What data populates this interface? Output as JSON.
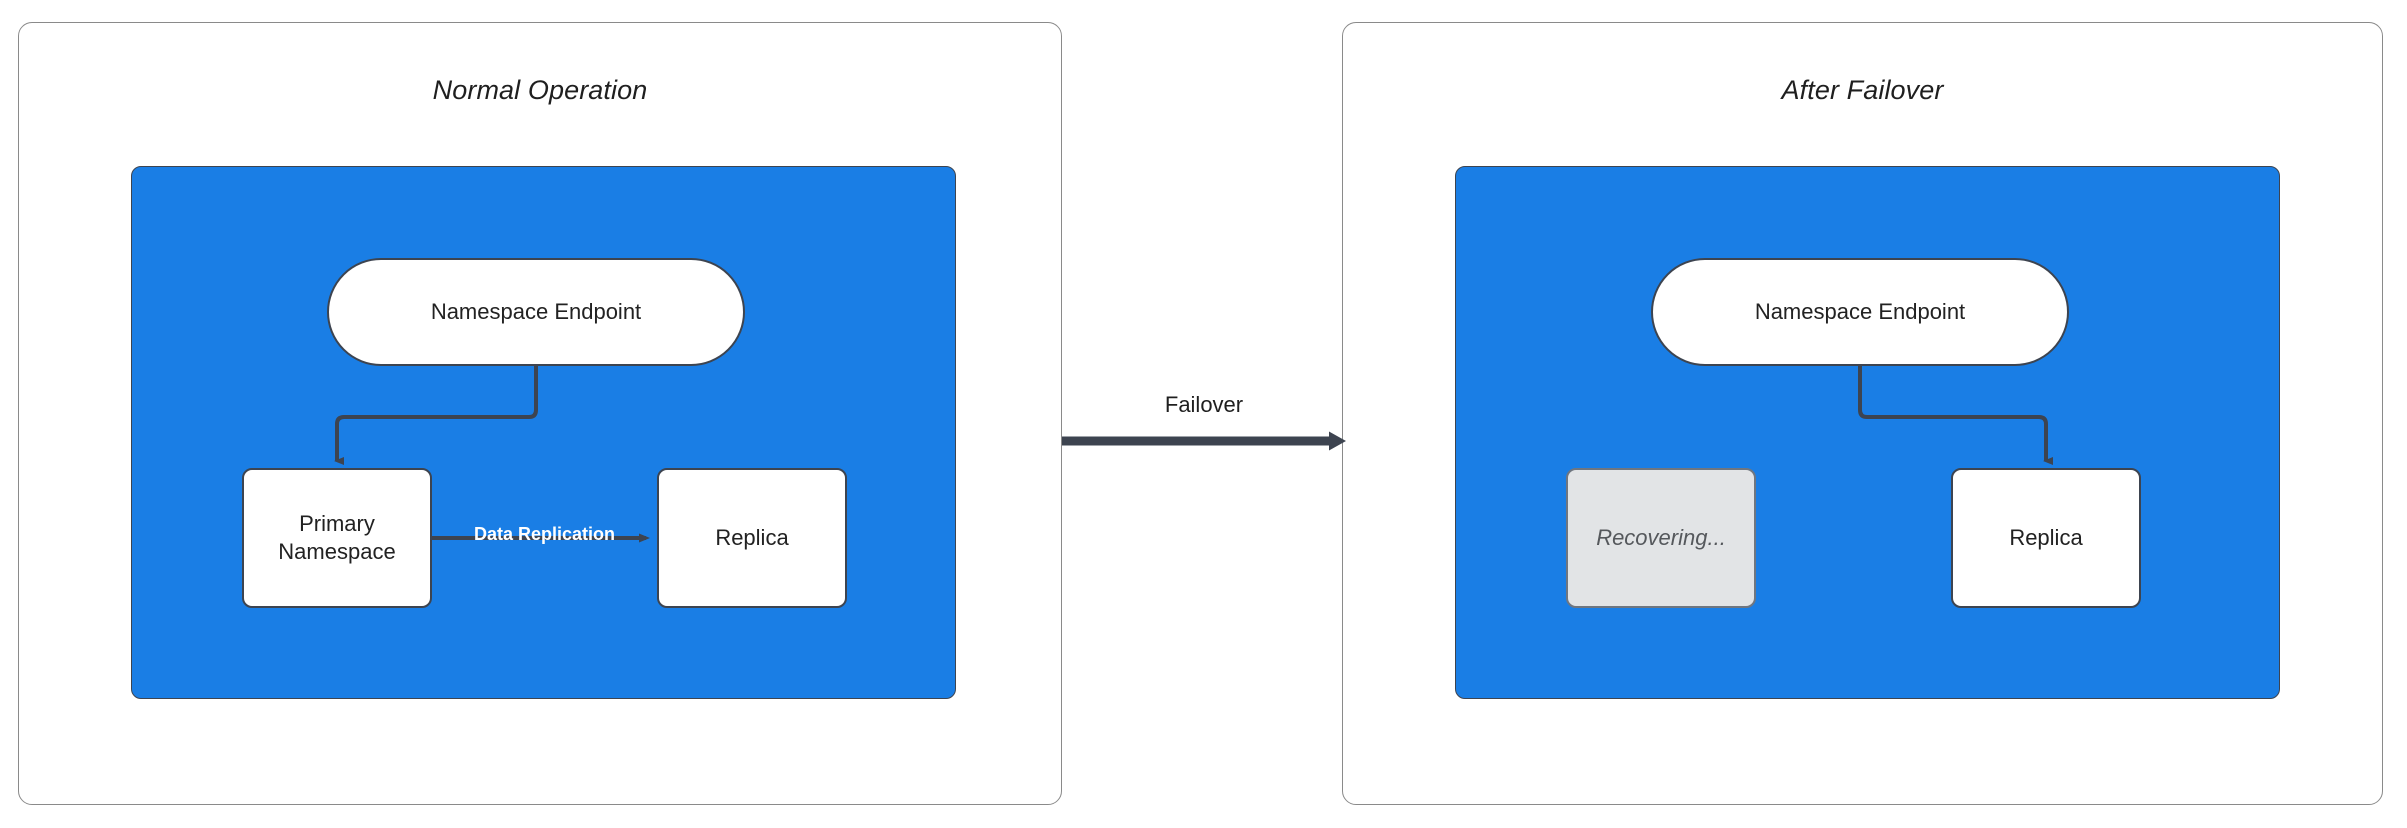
{
  "diagram": {
    "title_left": "Normal Operation",
    "title_right": "After Failover",
    "colors": {
      "zone_blue": "#1a7ee5",
      "stroke_dark": "#3d4450",
      "node_white": "#ffffff",
      "recovering_gray": "#e2e4e6",
      "panel_border": "#8a8a8a"
    }
  },
  "left_panel": {
    "title": "Normal Operation",
    "nodes": {
      "endpoint": "Namespace Endpoint",
      "primary": "Primary\nNamespace",
      "primary_line1": "Primary",
      "primary_line2": "Namespace",
      "replica": "Replica"
    },
    "edges": {
      "endpoint_to_primary": "",
      "replication_label": "Data Replication"
    }
  },
  "transition": {
    "label": "Failover"
  },
  "right_panel": {
    "title": "After Failover",
    "nodes": {
      "endpoint": "Namespace Endpoint",
      "recovering": "Recovering...",
      "replica": "Replica"
    },
    "edges": {
      "endpoint_to_replica": ""
    }
  }
}
